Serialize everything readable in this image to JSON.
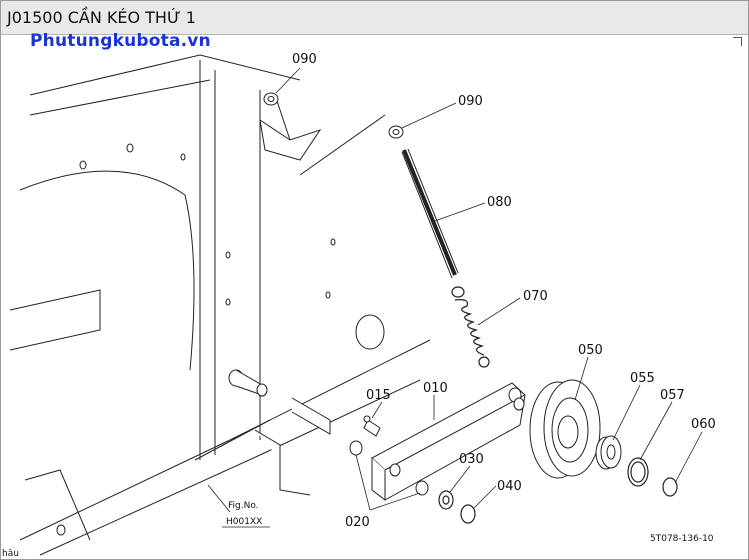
{
  "header": {
    "title": "J01500 CẦN KÉO THỨ 1"
  },
  "watermark": {
    "text": "Phutungkubota.vn"
  },
  "callouts": {
    "p090a": "090",
    "p090b": "090",
    "p080": "080",
    "p070": "070",
    "p050": "050",
    "p055": "055",
    "p057": "057",
    "p060": "060",
    "p015": "015",
    "p010": "010",
    "p030": "030",
    "p040": "040",
    "p020": "020"
  },
  "figref": {
    "label": "Fig.No.",
    "code": "H001XX"
  },
  "footer": {
    "code": "5T078-136-10",
    "corner_text": "hâu"
  }
}
